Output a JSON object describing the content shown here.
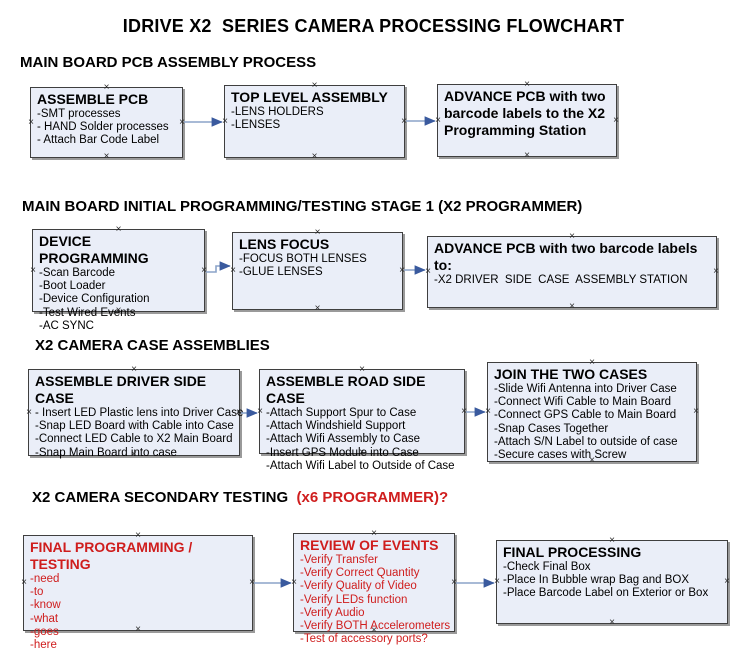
{
  "title": "IDRIVE X2  SERIES CAMERA PROCESSING FLOWCHART",
  "sections": [
    {
      "label": "MAIN BOARD PCB ASSEMBLY PROCESS"
    },
    {
      "label": "MAIN BOARD INITIAL PROGRAMMING/TESTING STAGE 1 (X2 PROGRAMMER)"
    },
    {
      "label": "X2 CAMERA CASE ASSEMBLIES"
    },
    {
      "label": "X2 CAMERA SECONDARY TESTING  ",
      "label_red": "(x6 PROGRAMMER)?"
    }
  ],
  "boxes": [
    {
      "title": "ASSEMBLE PCB",
      "lines": [
        "-SMT processes",
        "- HAND Solder processes",
        "- Attach Bar Code Label"
      ]
    },
    {
      "title": "TOP LEVEL ASSEMBLY",
      "lines": [
        "-LENS HOLDERS",
        "-LENSES"
      ]
    },
    {
      "title": "ADVANCE PCB with two barcode labels to the X2 Programming Station",
      "lines": []
    },
    {
      "title": "DEVICE PROGRAMMING",
      "lines": [
        "-Scan Barcode",
        "-Boot Loader",
        "-Device Configuration",
        "-Test Wired Events",
        "-AC SYNC"
      ]
    },
    {
      "title": "LENS FOCUS",
      "lines": [
        "-FOCUS BOTH LENSES",
        "-GLUE LENSES"
      ]
    },
    {
      "title": "ADVANCE PCB with two barcode labels to:",
      "lines": [
        "-X2 DRIVER  SIDE  CASE  ASSEMBLY STATION"
      ]
    },
    {
      "title": "ASSEMBLE DRIVER SIDE CASE",
      "lines": [
        "- Insert LED Plastic lens into Driver Case",
        "-Snap LED Board with Cable into Case",
        "-Connect LED Cable to X2 Main Board",
        "-Snap Main Board into case"
      ]
    },
    {
      "title": "ASSEMBLE ROAD SIDE CASE",
      "lines": [
        "-Attach Support Spur to Case",
        "-Attach Windshield Support",
        "-Attach Wifi Assembly to Case",
        "-Insert GPS Module into Case",
        "-Attach Wifi Label to Outside of Case"
      ]
    },
    {
      "title": "JOIN THE TWO CASES",
      "lines": [
        "-Slide Wifi Antenna into Driver Case",
        "-Connect Wifi Cable to Main Board",
        "-Connect GPS Cable to Main Board",
        "-Snap Cases Together",
        "-Attach S/N Label to outside of case",
        "-Secure cases with Screw"
      ]
    },
    {
      "title": "FINAL PROGRAMMING / TESTING",
      "lines": [
        "-need",
        "-to",
        "-know",
        "-what",
        "-goes",
        "-here"
      ]
    },
    {
      "title": "REVIEW OF EVENTS",
      "lines": [
        "-Verify Transfer",
        "-Verify Correct Quantity",
        "-Verify Quality of Video",
        "-Verify LEDs function",
        "-Verify Audio",
        "-Verify BOTH Accelerometers",
        "-Test of accessory ports?"
      ]
    },
    {
      "title": "FINAL PROCESSING",
      "lines": [
        "-Check Final Box",
        "-Place In Bubble wrap Bag and BOX",
        "-Place Barcode Label on Exterior or Box"
      ]
    }
  ],
  "colors": {
    "box_fill": "#eaeef8",
    "box_border": "#3f3f3f",
    "box_shadow": "#9a9a9a",
    "connector_line": "#8ba4c9",
    "arrowhead": "#3a5a9e",
    "red_text": "#cf1d1d"
  },
  "anchor_glyph": "×"
}
